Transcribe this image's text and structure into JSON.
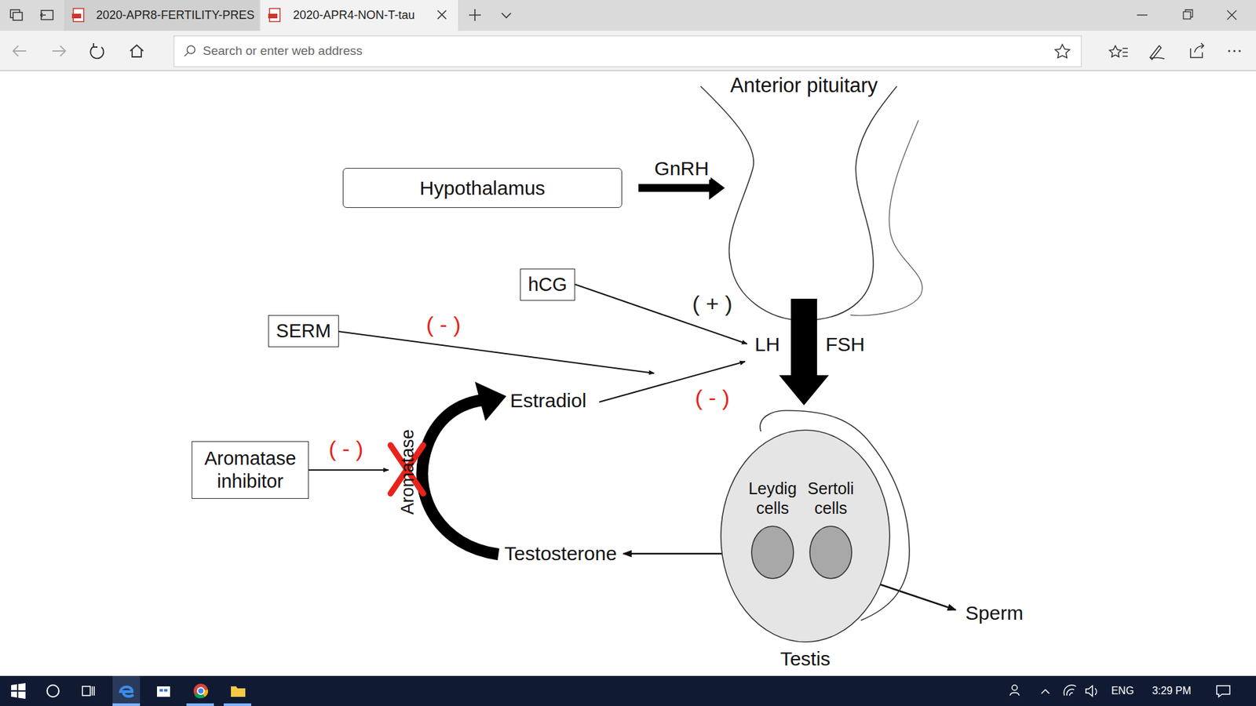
{
  "diagram": {
    "nodes": [
      {
        "text": [
          "Anterior pituitary"
        ]
      },
      {
        "text": [
          "Hypothalamus"
        ]
      },
      {
        "text": [
          "hCG"
        ]
      },
      {
        "text": [
          "SERM"
        ]
      },
      {
        "text": [
          "Aromatase inhibitor"
        ]
      },
      {
        "text": [
          "Testis"
        ]
      },
      {
        "text": [
          "Leydig cells"
        ],
        "in": 5
      },
      {
        "text": [
          "Sertoli cells"
        ],
        "in": 5
      }
    ],
    "edges": [
      {
        "from": 1,
        "to": 0,
        "label": "GnRH",
        "arrow": "to"
      },
      {
        "from": 0,
        "to": 5,
        "arrow": "to"
      }
    ],
    "labels": [
      "2020-APR8-FERTILITY-PRES",
      "2020-APR4-NON-T-tau",
      "Search or enter web address",
      "( + )",
      "( - )",
      "( - )",
      "( - )",
      "LH",
      "FSH",
      "Estradiol",
      "Aromatase",
      "Testosterone",
      "Sperm",
      "ENG",
      "3:29 PM"
    ]
  }
}
